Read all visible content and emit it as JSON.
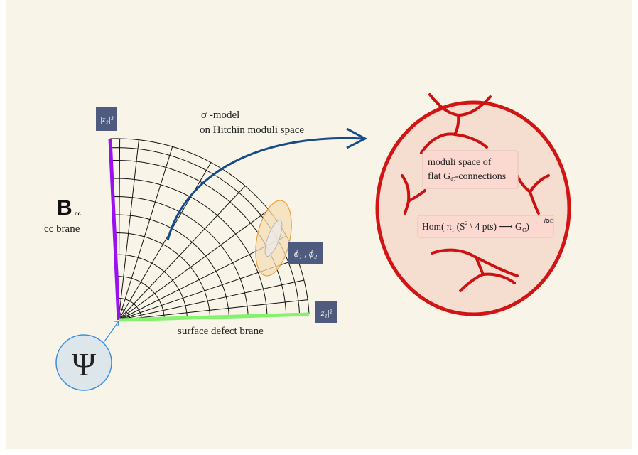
{
  "labels": {
    "sigma_model_line1": "σ -model",
    "sigma_model_line2": "on Hitchin moduli space",
    "brane_symbol": "B",
    "brane_symbol_sub": "cc",
    "cc_brane": "cc brane",
    "surface_defect_brane": "surface defect brane",
    "psi": "Ψ",
    "z2_badge": "|z₂|²",
    "z1_badge": "|z₁|²",
    "phi_badge": "ϕ₁ , ϕ₂",
    "moduli_line1": "moduli space of",
    "moduli_line2": "flat G",
    "moduli_line2_sub": "ℂ",
    "moduli_line2_end": "-connections",
    "hom_main": "Hom(  π",
    "hom_sub1": "1",
    "hom_mid": " (S",
    "hom_sup": "2",
    "hom_rest": " \\ 4 pts) ⟶ G",
    "hom_sub2": "ℂ",
    "hom_close": ")",
    "hom_super_mod": "/Gℂ"
  },
  "colors": {
    "background": "#f8f5e8",
    "cc_brane_line": "#9b10f0",
    "defect_brane_line": "#86f06f",
    "badge_fill": "#4f5b7e",
    "arrow": "#154b8a",
    "ellipse_stroke": "#d21414",
    "ellipse_fill": "#f5ddd0",
    "red_curves": "#cc1111",
    "psi_fill": "#dde6ea",
    "psi_stroke": "#3a8de0",
    "orange_blob_fill": "#f6dcb4",
    "orange_blob_stroke": "#e8a040"
  }
}
